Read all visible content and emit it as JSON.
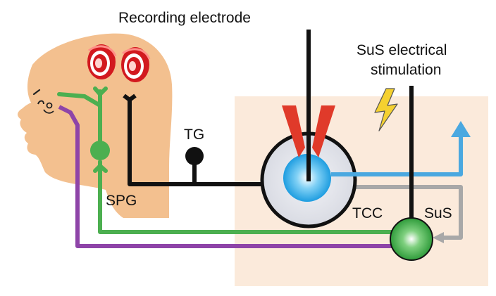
{
  "labels": {
    "recording_electrode": "Recording electrode",
    "sus_stim_line1": "SuS electrical",
    "sus_stim_line2": "stimulation",
    "tg": "TG",
    "spg": "SPG",
    "tcc": "TCC",
    "sus": "SuS"
  },
  "colors": {
    "head_skin": "#f3c08f",
    "brainstem_panel": "#fbeadb",
    "green_pathway": "#4caf50",
    "purple_pathway": "#8e44a8",
    "black_pathway": "#111111",
    "blue_output": "#4aa8e0",
    "gray_feedback": "#a8a8a8",
    "red_electrode_tips": "#e03a2a",
    "vessel_red": "#d2191f",
    "lightning": "#f5d130"
  },
  "icons": {
    "stimulation": "lightning-bolt-icon",
    "output": "arrow-up-icon",
    "feedback": "arrow-left-icon"
  }
}
